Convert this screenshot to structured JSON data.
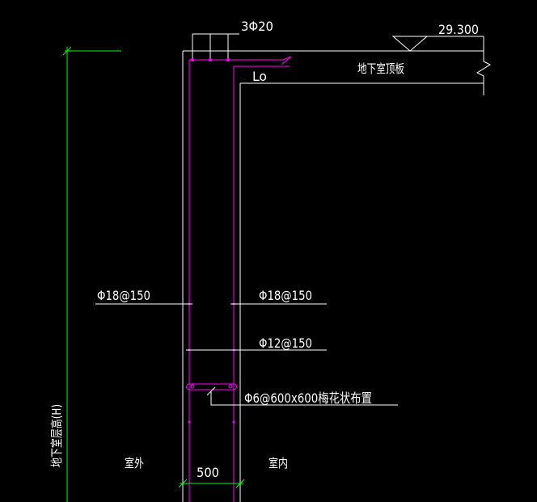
{
  "colors": {
    "background": "#000000",
    "concrete_outline": "#ffffff",
    "rebar": "#ff00ff",
    "dimension": "#00ff00",
    "text": "#ffffff"
  },
  "labels": {
    "top_bars": "3Φ20",
    "elevation": "29.300",
    "slab_name": "地下室顶板",
    "anchorage": "Lo",
    "vertical_bars_outer": "Φ18@150",
    "vertical_bars_inner": "Φ18@150",
    "horizontal_bars": "Φ12@150",
    "tie_bars": "Φ6@600x600梅花状布置",
    "wall_height": "地下室层高(H)",
    "outside": "室外",
    "inside": "室内",
    "wall_thickness": "500"
  }
}
